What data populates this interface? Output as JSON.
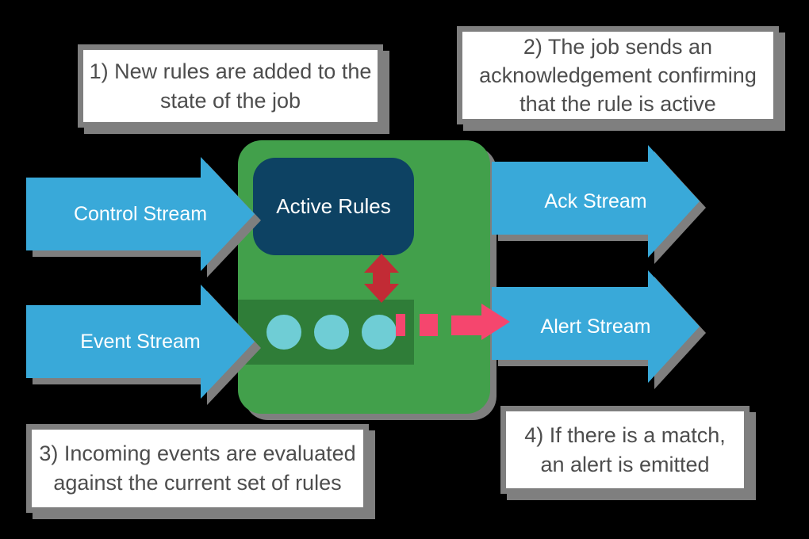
{
  "palette": {
    "background": "#000000",
    "green": "#42a04b",
    "dark_green": "#2f7d38",
    "navy": "#0d4263",
    "teal": "#6fcdd5",
    "arrow_blue": "#39a9d9",
    "red": "#c22b35",
    "pink": "#f5466e",
    "gray": "#7f7f7f",
    "white": "#ffffff",
    "text_gray": "#4d4d4d"
  },
  "callouts": [
    {
      "id": "1",
      "text": "1) New rules are added to the\nstate of the job"
    },
    {
      "id": "2",
      "text": "2) The job sends an\nacknowledgement confirming\nthat the rule is active"
    },
    {
      "id": "3",
      "text": "3) Incoming events are evaluated\nagainst the current set of rules"
    },
    {
      "id": "4",
      "text": "4) If there is a match,\nan alert is emitted"
    }
  ],
  "arrows": {
    "control": {
      "label": "Control Stream"
    },
    "event": {
      "label": "Event Stream"
    },
    "ack": {
      "label": "Ack Stream"
    },
    "alert": {
      "label": "Alert Stream"
    }
  },
  "job": {
    "active_rules_label": "Active Rules",
    "event_dot_count": 3
  }
}
